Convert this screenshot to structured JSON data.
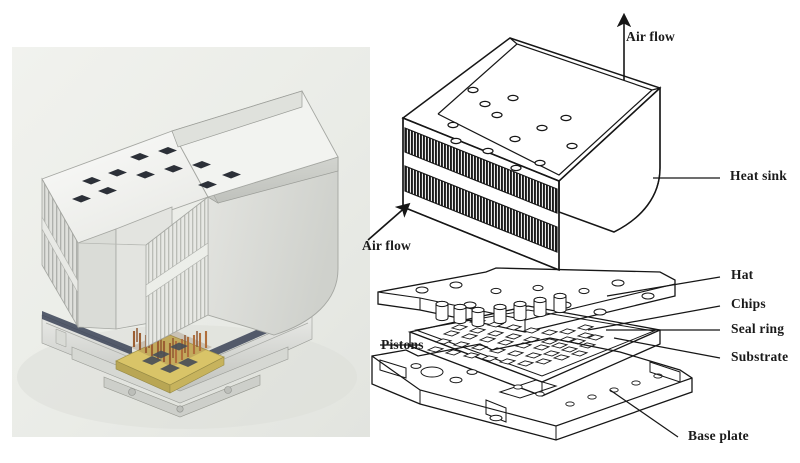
{
  "figure": {
    "title": "Thermal conduction module, photograph and exploded assembly diagram",
    "background_color": "#ffffff",
    "photo_background_color": "#eceee9",
    "line_color": "#161616",
    "label_color": "#1a1a1a"
  },
  "photo": {
    "name": "thermal-conduction-module-photograph",
    "description": "Photograph of an assembled thermal conduction module with finned aluminum heat sink mounted on a multichip substrate carrier"
  },
  "diagram": {
    "name": "exploded-assembly-diagram",
    "description": "Exploded isometric line drawing of the thermal conduction module"
  },
  "labels": {
    "air_flow_top": "Air flow",
    "air_flow_left": "Air flow",
    "heat_sink": "Heat sink",
    "hat": "Hat",
    "chips": "Chips",
    "seal_ring": "Seal ring",
    "substrate": "Substrate",
    "pistons": "Pistons",
    "base_plate": "Base plate"
  },
  "callouts": [
    {
      "id": "air-flow-top",
      "label": "Air flow",
      "marker": "arrow-up"
    },
    {
      "id": "air-flow-left",
      "label": "Air flow",
      "marker": "arrow-diagonal"
    },
    {
      "id": "heat-sink",
      "label": "Heat sink",
      "marker": "leader-line"
    },
    {
      "id": "hat",
      "label": "Hat",
      "marker": "leader-line"
    },
    {
      "id": "chips",
      "label": "Chips",
      "marker": "leader-line"
    },
    {
      "id": "seal-ring",
      "label": "Seal ring",
      "marker": "leader-line"
    },
    {
      "id": "substrate",
      "label": "Substrate",
      "marker": "leader-line"
    },
    {
      "id": "pistons",
      "label": "Pistons",
      "marker": "leader-line"
    },
    {
      "id": "base-plate",
      "label": "Base plate",
      "marker": "leader-line"
    }
  ],
  "diagram_parts": {
    "heat_sink_top_holes": 13,
    "fin_bands": 2,
    "chip_grid_rows": 7,
    "chip_grid_cols": 9,
    "piston_rows": 2
  }
}
